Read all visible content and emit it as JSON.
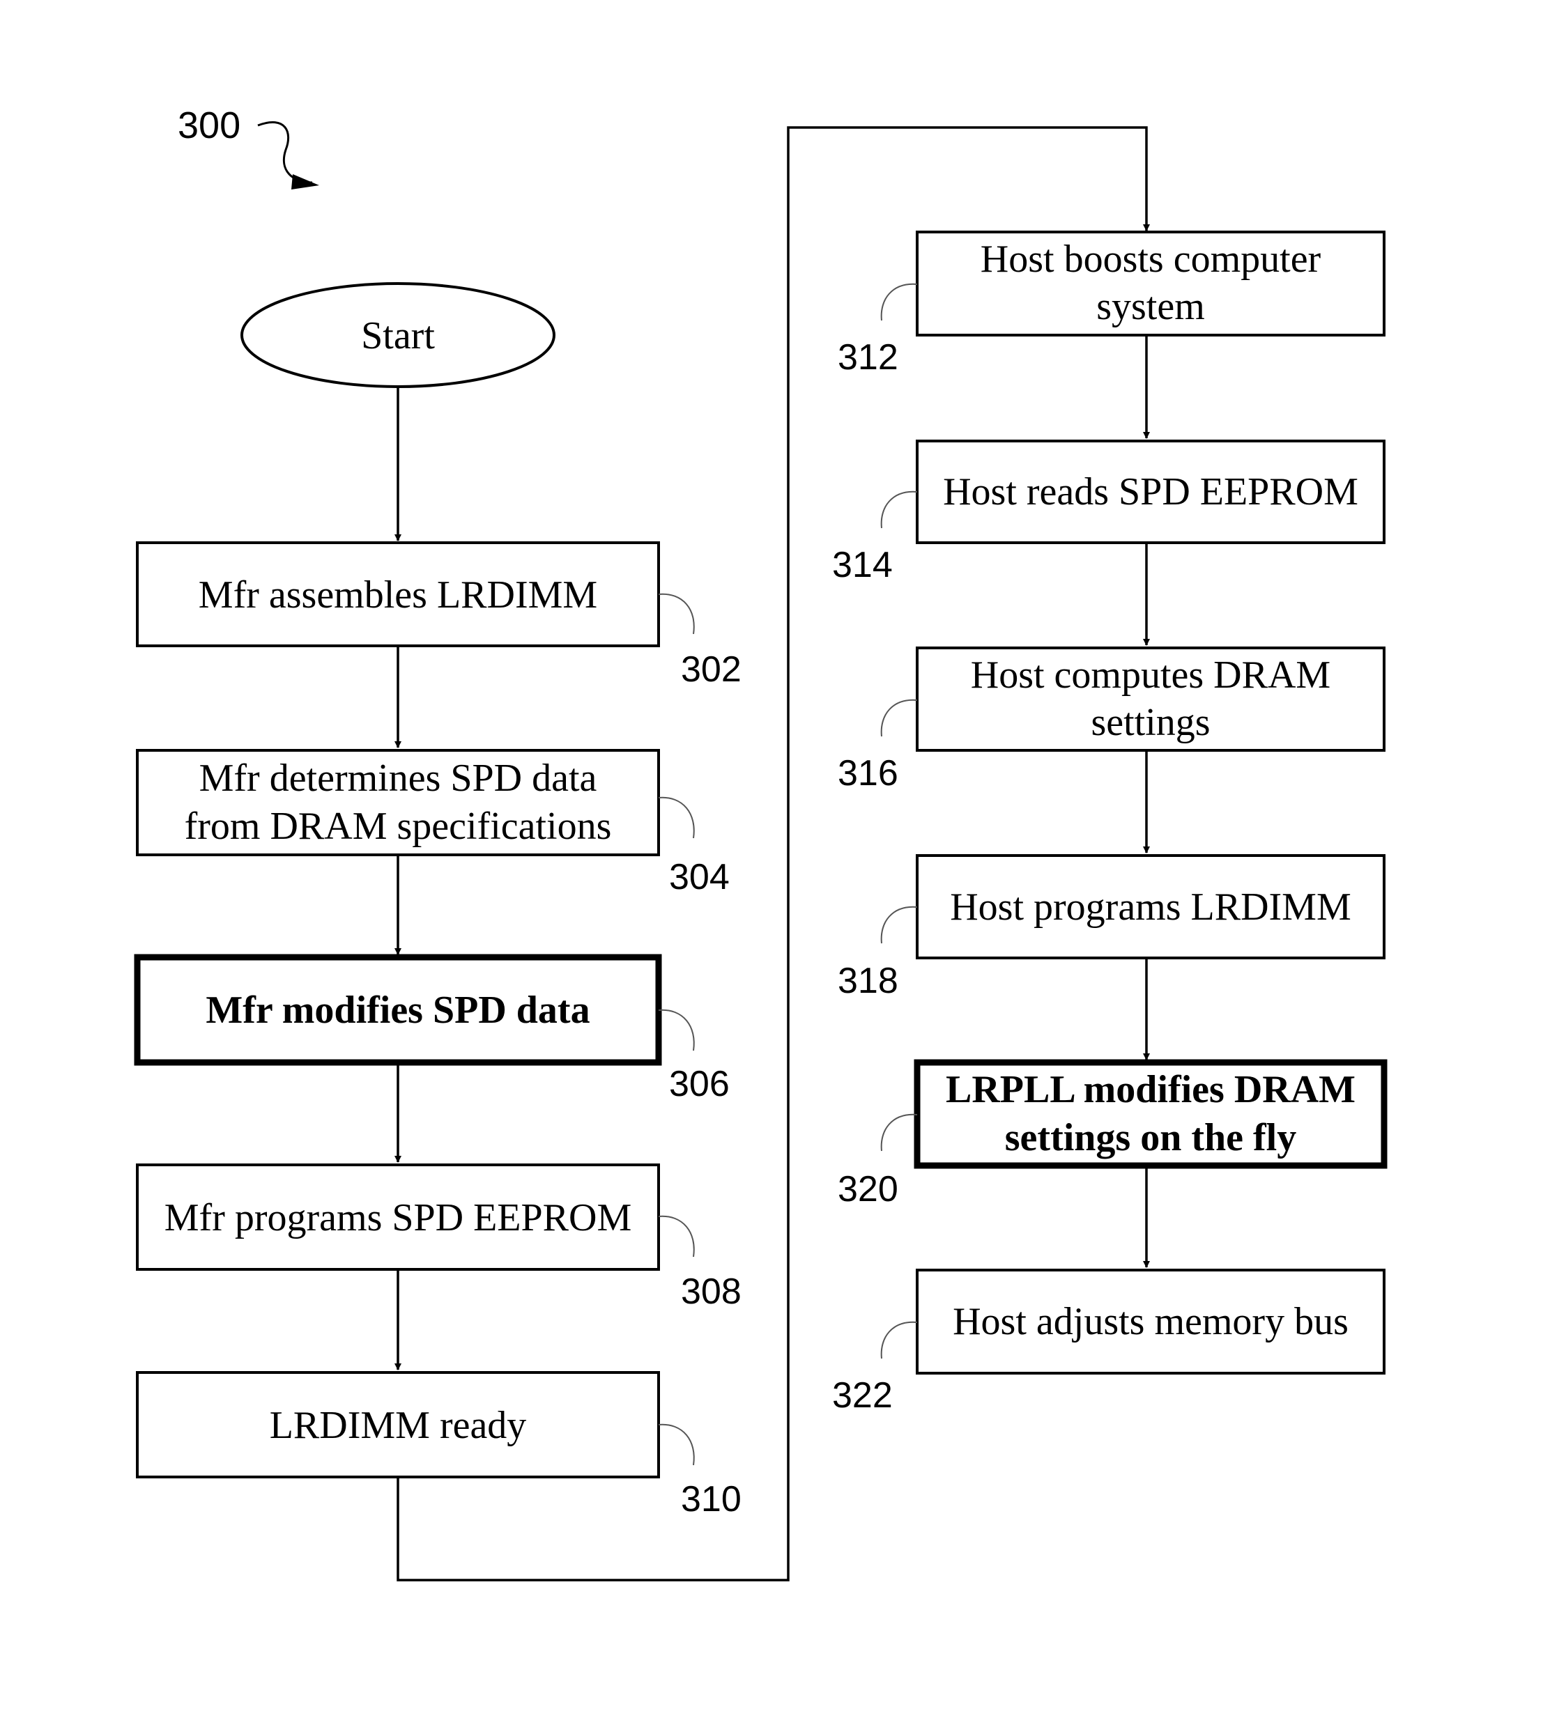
{
  "figure": {
    "ref": "300"
  },
  "start": {
    "label": "Start"
  },
  "left_steps": [
    {
      "lines": [
        "Mfr assembles LRDIMM"
      ],
      "ref": "302",
      "bold": false
    },
    {
      "lines": [
        "Mfr determines SPD data",
        "from DRAM specifications"
      ],
      "ref": "304",
      "bold": false
    },
    {
      "lines": [
        "Mfr modifies SPD data"
      ],
      "ref": "306",
      "bold": true
    },
    {
      "lines": [
        "Mfr programs SPD EEPROM"
      ],
      "ref": "308",
      "bold": false
    },
    {
      "lines": [
        "LRDIMM ready"
      ],
      "ref": "310",
      "bold": false
    }
  ],
  "right_steps": [
    {
      "lines": [
        "Host boosts computer",
        "system"
      ],
      "ref": "312",
      "bold": false
    },
    {
      "lines": [
        "Host reads SPD EEPROM"
      ],
      "ref": "314",
      "bold": false
    },
    {
      "lines": [
        "Host computes DRAM",
        "settings"
      ],
      "ref": "316",
      "bold": false
    },
    {
      "lines": [
        "Host programs LRDIMM"
      ],
      "ref": "318",
      "bold": false
    },
    {
      "lines": [
        "LRPLL modifies DRAM",
        "settings on the fly"
      ],
      "ref": "320",
      "bold": true
    },
    {
      "lines": [
        "Host adjusts memory bus"
      ],
      "ref": "322",
      "bold": false
    }
  ]
}
